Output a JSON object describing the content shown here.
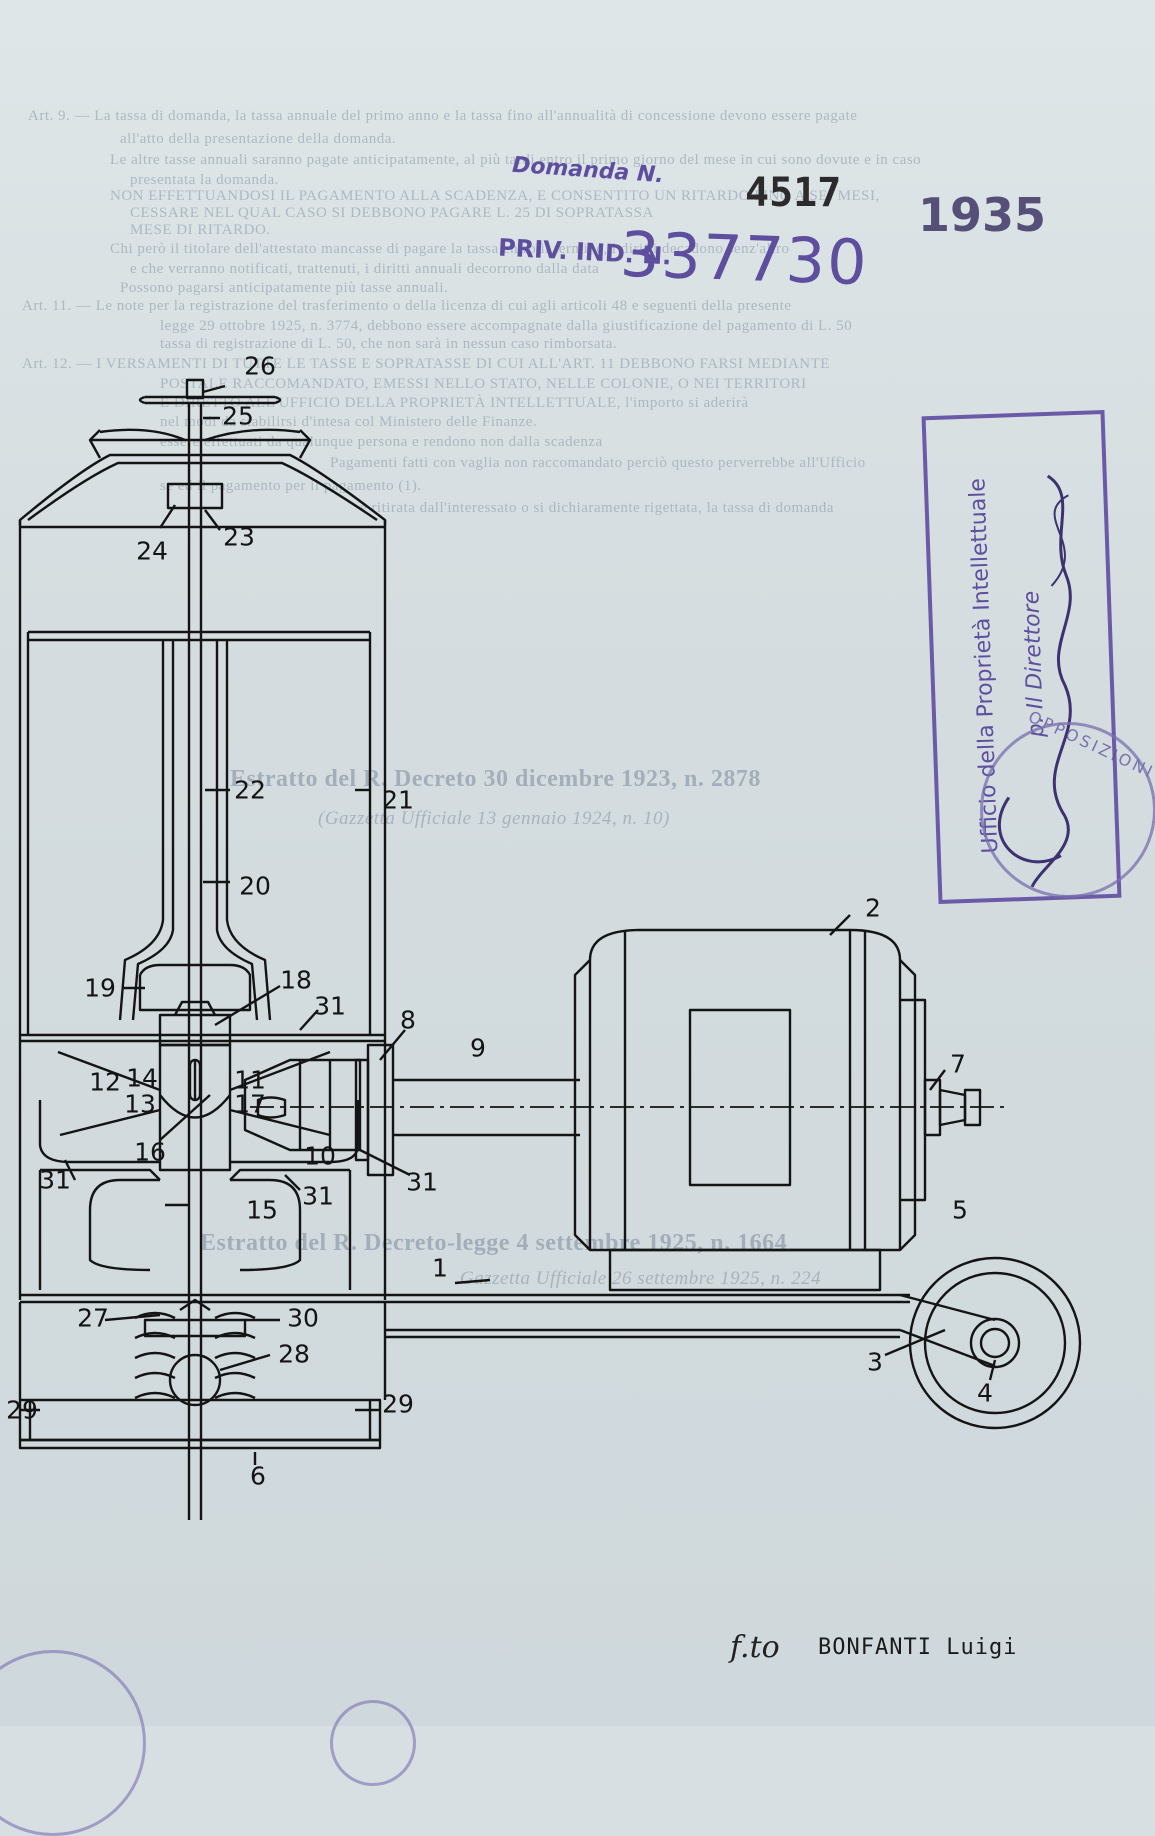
{
  "background_text": {
    "lines": [
      "Art. 9. — La tassa di domanda, la tassa annuale del primo anno e la tassa fino all'annualità di concessione devono essere pagate",
      "all'atto della presentazione della domanda.",
      "Le altre tasse annuali saranno pagate anticipatamente, al più tardi entro il primo giorno del mese in cui sono dovute e in caso",
      "presentata la domanda.",
      "NON EFFETTUANDOSI IL PAGAMENTO ALLA SCADENZA, E CONSENTITO UN RITARDO FINO A SEI MESI,",
      "CESSARE NEL QUAL CASO SI DEBBONO PAGARE L. 25 DI SOPRATASSA",
      "MESE DI RITARDO.",
      "Chi però il titolare dell'attestato mancasse di pagare la tassa entro il termine, i diritti decadono senz'altro",
      "e che verranno notificati, trattenuti, i diritti annuali decorrono dalla data",
      "Possono pagarsi anticipatamente più tasse annuali.",
      "Art. 11. — Le note per la registrazione del trasferimento o della licenza di cui agli articoli 48 e seguenti della presente",
      "legge 29 ottobre 1925, n. 3774, debbono essere accompagnate dalla giustificazione del pagamento di L. 50",
      "tassa di registrazione di L. 50, che non sarà in nessun caso rimborsata.",
      "Art. 12. — I VERSAMENTI DI TUTTE LE TASSE E SOPRATASSE DI CUI ALL'ART. 11 DEBBONO FARSI MEDIANTE",
      "POSTALE RACCOMANDATO, EMESSI NELLO STATO, NELLE COLONIE, O NEI TERRITORI",
      "E DIRETTO ALL'UFFICIO DELLA PROPRIETÀ INTELLETTUALE, l'importo si aderirà",
      "nel modi da stabilirsi d'intesa col Ministero delle Finanze.",
      "essere effettuati da qualunque persona e rendono non dalla scadenza",
      "Pagamenti fatti con vaglia non raccomandato perciò questo perverrebbe all'Ufficio",
      "se ed il pagamento per il pagamento (1).",
      "è ritirata dall'interessato o si dichiaramente rigettata, la tassa di domanda",
      "Estratto del R. Decreto 30 dicembre 1923, n. 2878",
      "(Gazzetta Ufficiale 13 gennaio 1924, n. 10)",
      "Estratto del R. Decreto-legge 4 settembre 1925, n. 1664",
      "Gazzetta Ufficiale 26 settembre 1925, n. 224"
    ]
  },
  "stamps": {
    "domanda_label": "Domanda N.",
    "domanda_number": "4517",
    "year": "1935",
    "priv_label": "PRIV. IND. N.",
    "priv_number": "337730",
    "office_line1": "Ufficio della Proprietà Intellettuale",
    "office_line2": "p. Il Direttore",
    "seal_text": "OPPOSIZIONI"
  },
  "drawing": {
    "part_labels": [
      "26",
      "25",
      "24",
      "23",
      "22",
      "21",
      "20",
      "19",
      "18",
      "31",
      "8",
      "9",
      "2",
      "7",
      "12",
      "14",
      "11",
      "13",
      "17",
      "16",
      "10",
      "31",
      "31",
      "31",
      "15",
      "1",
      "5",
      "27",
      "30",
      "28",
      "3",
      "4",
      "29",
      "29",
      "6"
    ]
  },
  "inventor": {
    "initials": "f.to",
    "name": "BONFANTI Luigi"
  },
  "colors": {
    "paper": "#d7dfe2",
    "line_ink": "#141414",
    "stamp_ink": "#5d4f9e",
    "faint_print": "#98a6b4"
  }
}
